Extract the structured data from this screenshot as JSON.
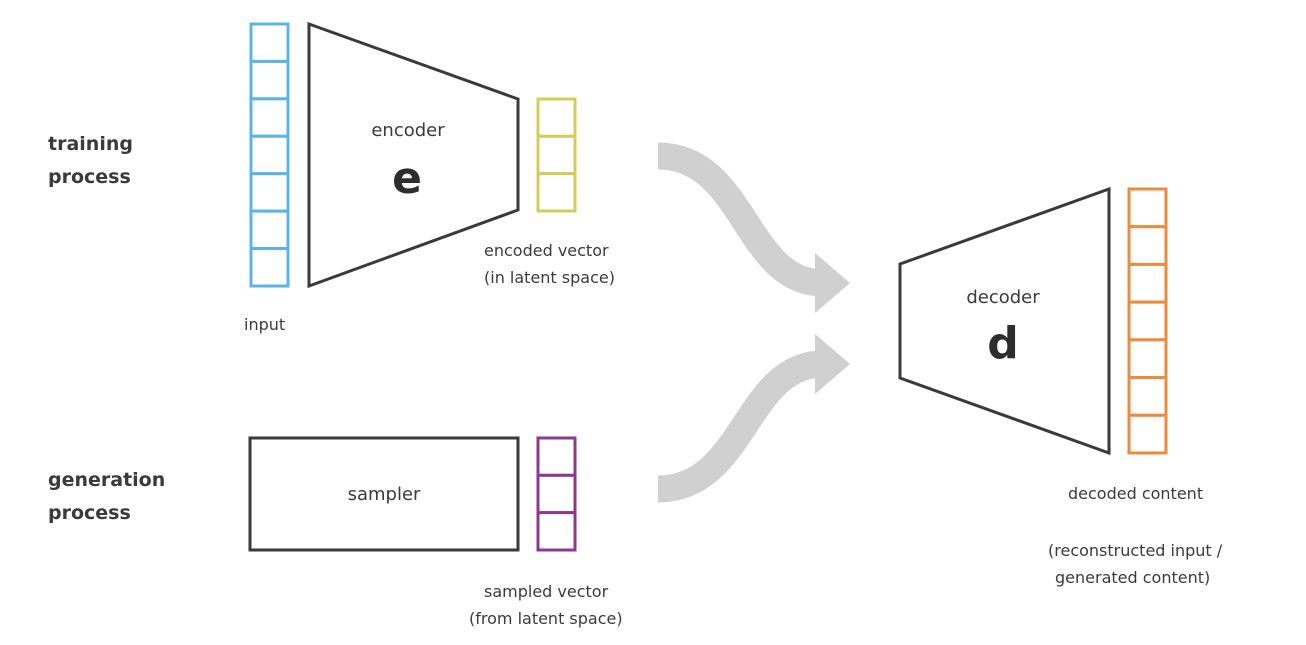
{
  "labels": {
    "training_process": [
      "training",
      "process"
    ],
    "generation_process": [
      "generation",
      "process"
    ],
    "input": "input",
    "encoder": "encoder",
    "encoder_symbol": "e",
    "encoded_vector": [
      "encoded vector",
      "(in latent space)"
    ],
    "sampler": "sampler",
    "sampled_vector": [
      "sampled vector",
      "(from latent space)"
    ],
    "decoder": "decoder",
    "decoder_symbol": "d",
    "decoded_content": "decoded content",
    "decoded_note": [
      "(reconstructed input /",
      "generated content)"
    ]
  },
  "vectors": {
    "input": {
      "cells": 7,
      "color": "#5bb4e5"
    },
    "encoded": {
      "cells": 3,
      "color": "#d4cc5a"
    },
    "sampled": {
      "cells": 3,
      "color": "#8b3a8b"
    },
    "decoded": {
      "cells": 7,
      "color": "#ec8a3e"
    }
  },
  "colors": {
    "shape_stroke": "#3a3a3a",
    "arrow": "#d0d0d0",
    "text": "#3a3a3a"
  }
}
